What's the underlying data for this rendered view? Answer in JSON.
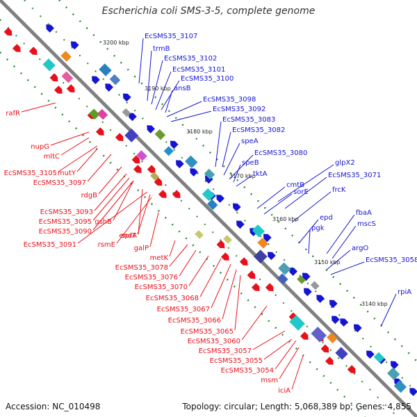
{
  "title": "Escherichia coli SMS-3-5, complete genome",
  "footer": {
    "accession": "Accession: NC_010498",
    "topology": "Topology: circular; Length: 5,068,389 bp; Genes: 4,855"
  },
  "colors": {
    "forward": "#e8101a",
    "reverse": "#1414d2",
    "backbone": "#808080",
    "tick": "#2a8a2a"
  },
  "kbp_marks": [
    "3200 kbp",
    "3190 kbp",
    "3180 kbp",
    "3170 kbp",
    "3160 kbp",
    "3150 kbp",
    "3140 kbp"
  ],
  "reverse_labels": [
    "EcSMS35_3107",
    "trmB",
    "EcSMS35_3102",
    "EcSMS35_3101",
    "EcSMS35_3100",
    "ansB",
    "EcSMS35_3098",
    "EcSMS35_3092",
    "EcSMS35_3083",
    "EcSMS35_3082",
    "speA",
    "EcSMS35_3080",
    "speB",
    "tktA",
    "glpX2",
    "EcSMS35_3071",
    "cmtB",
    "sorE",
    "frcK",
    "epd",
    "fbaA",
    "pgk",
    "mscS",
    "argO",
    "EcSMS35_3058",
    "rpiA"
  ],
  "forward_labels": [
    "rafR",
    "nupG",
    "mltC",
    "EcSMS35_3105",
    "mutY",
    "EcSMS35_3097",
    "rdgB",
    "EcSMS35_3093",
    "EcSMS35_3095",
    "gshB",
    "EcSMS35_3090",
    "endA",
    "sprT",
    "EcSMS35_3091",
    "rsmE",
    "galP",
    "metK",
    "EcSMS35_3078",
    "EcSMS35_3076",
    "EcSMS35_3070",
    "EcSMS35_3068",
    "EcSMS35_3067",
    "EcSMS35_3066",
    "EcSMS35_3065",
    "EcSMS35_3060",
    "EcSMS35_3057",
    "EcSMS35_3055",
    "EcSMS35_3054",
    "msm",
    "iciA"
  ]
}
